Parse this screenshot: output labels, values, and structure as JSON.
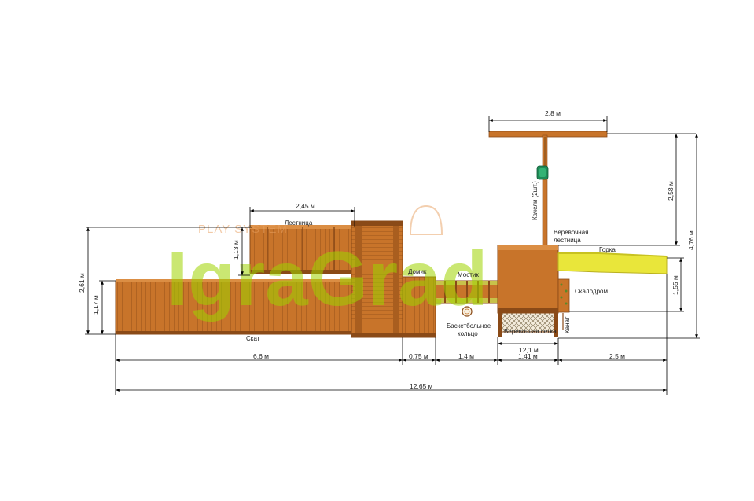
{
  "colors": {
    "wood": "#c8742a",
    "wood_dark": "#8a4a17",
    "wood_light": "#db8e44",
    "slide": "#e9e63a",
    "swing_seat": "#1f8a57",
    "dimension_line": "#000000",
    "watermark_green": "#9fd400",
    "watermark_orange": "#e8a060"
  },
  "watermark": {
    "brand": "IgraGrad",
    "tagline": "PLAY SYSTEM"
  },
  "labels": {
    "stairs": "Лестница",
    "house": "Домик",
    "bridge": "Мостик",
    "basketball": "Баскетбольное кольцо",
    "rope_net": "Веревочная сетка",
    "rope": "Канат",
    "rope_ladder": "Веревочная лестница",
    "climbing_wall": "Скалодром",
    "slide": "Горка",
    "swings": "Качели (2шт.)",
    "ramp": "Скат"
  },
  "dimensions": {
    "top_beam": "2,8 м",
    "stairs_width": "2,45 м",
    "stairs_height": "1,13 м",
    "left_total_height": "2,61 м",
    "left_deck_height": "1,17 м",
    "swing_height": "2,58 м",
    "total_height": "4,76 м",
    "slide_height": "1,55 м",
    "tower_inner": "12,1 м",
    "seg_ramp": "6,6 м",
    "seg_house": "0,75 м",
    "seg_bridge": "1,4 м",
    "seg_tower": "1,41 м",
    "seg_slide": "2,5 м",
    "total_length": "12,65 м"
  }
}
